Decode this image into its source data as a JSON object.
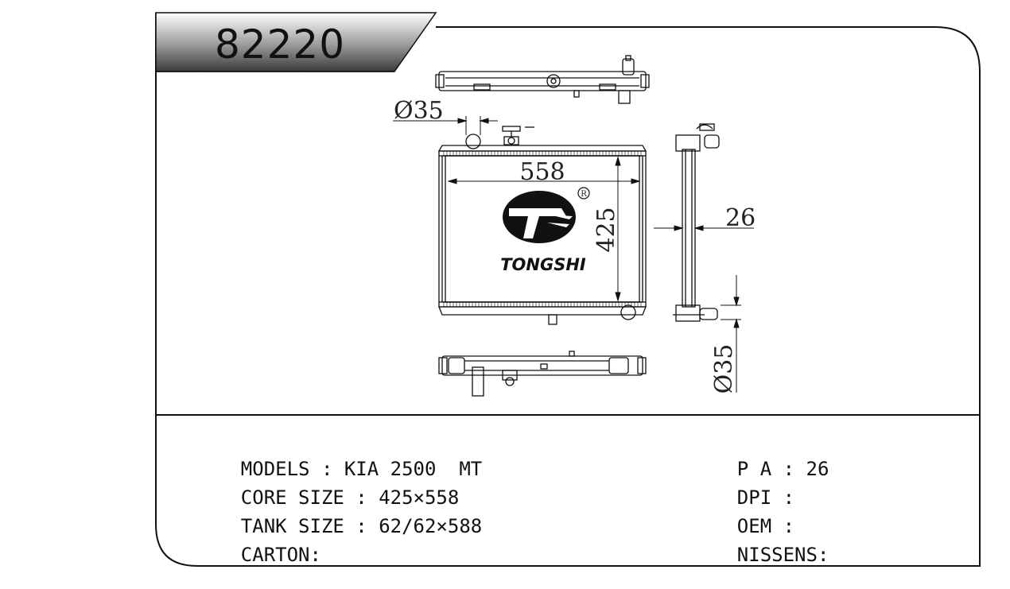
{
  "part_number": "82220",
  "logo": {
    "brand": "TONGSHI",
    "registered_mark": "R"
  },
  "dimensions": {
    "inlet_diameter": "Ø35",
    "outlet_diameter": "Ø35",
    "core_width": "558",
    "core_height": "425",
    "core_thickness": "26"
  },
  "specs_left": [
    {
      "label": "MODELS : ",
      "value": "KIA 2500  MT"
    },
    {
      "label": "CORE SIZE : ",
      "value": "425×558"
    },
    {
      "label": "TANK SIZE : ",
      "value": "62/62×588"
    },
    {
      "label": "CARTON:",
      "value": ""
    }
  ],
  "specs_right": [
    {
      "label": "P A : ",
      "value": "26"
    },
    {
      "label": "DPI : ",
      "value": ""
    },
    {
      "label": "OEM : ",
      "value": ""
    },
    {
      "label": "NISSENS:",
      "value": ""
    }
  ]
}
